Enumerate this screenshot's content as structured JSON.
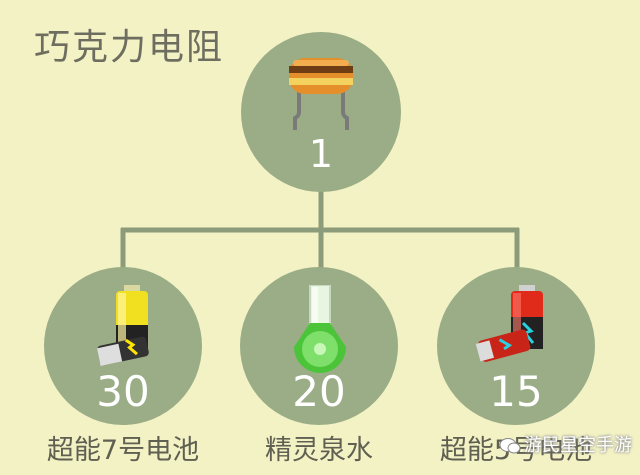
{
  "title": "巧克力电阻",
  "top_node": {
    "count": "1",
    "icon": "resistor-icon"
  },
  "children": [
    {
      "count": "30",
      "label": "超能7号电池",
      "icon": "aaa-battery-icon"
    },
    {
      "count": "20",
      "label": "精灵泉水",
      "icon": "spring-water-flask-icon"
    },
    {
      "count": "15",
      "label": "超能5号电池",
      "icon": "aa-battery-icon"
    }
  ],
  "watermark": "游民星空手游",
  "colors": {
    "background": "#f3f2c4",
    "node": "#9aad86",
    "line": "#8c9c7a",
    "text": "#6e6e60"
  }
}
